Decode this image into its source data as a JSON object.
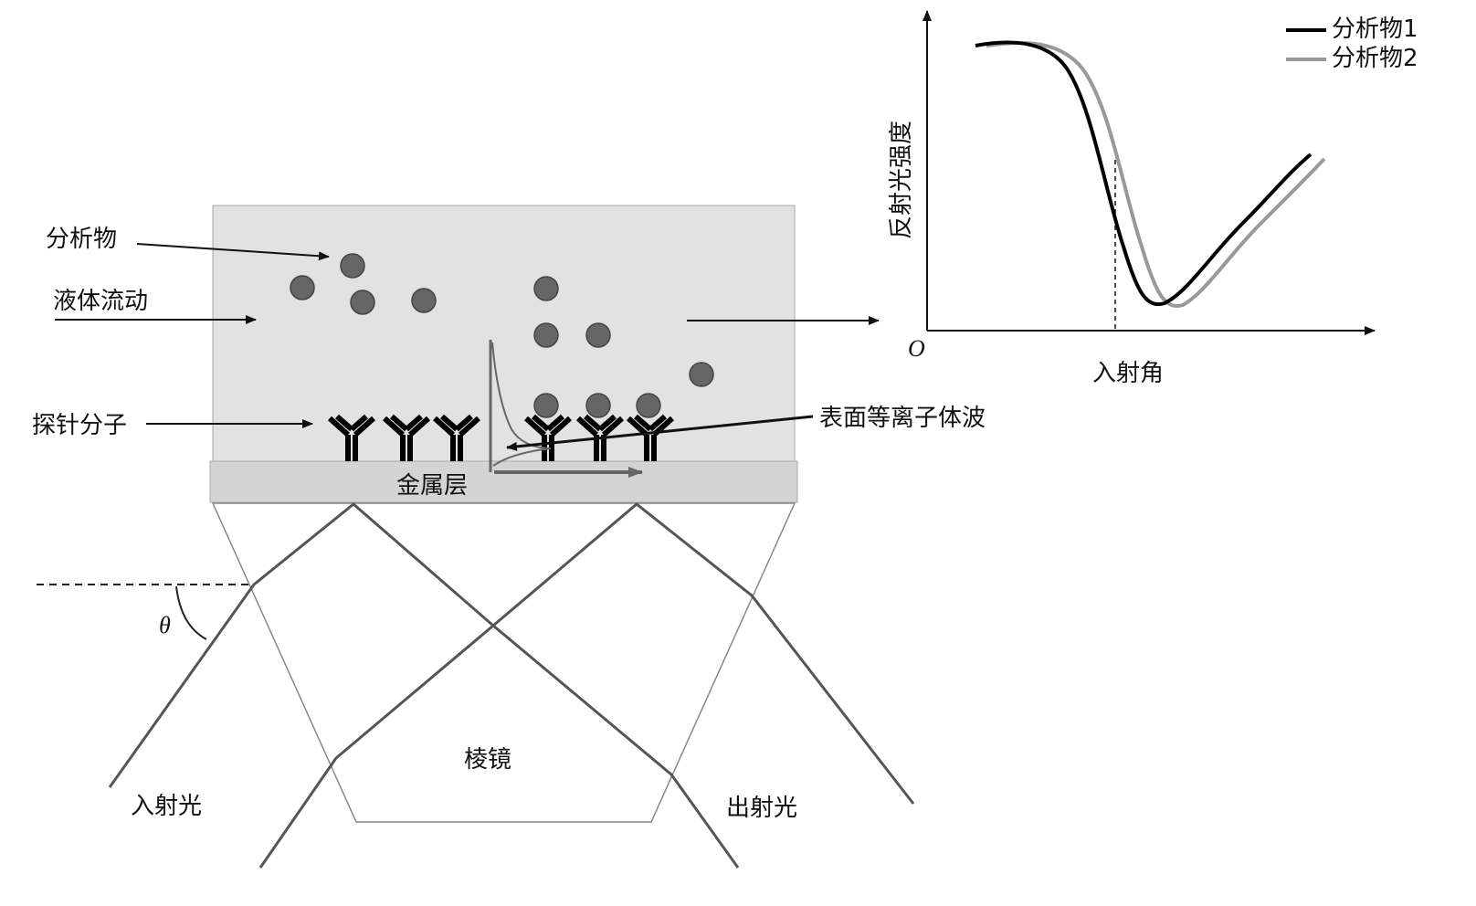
{
  "labels": {
    "analyte": "分析物",
    "liquid_flow": "液体流动",
    "probe_molecule": "探针分子",
    "surface_plasmon_wave": "表面等离子体波",
    "metal_layer": "金属层",
    "prism": "棱镜",
    "incident_light": "入射光",
    "outgoing_light": "出射光",
    "theta": "θ"
  },
  "graph": {
    "y_label": "反射光强度",
    "x_label": "入射角",
    "origin": "O",
    "legend": [
      {
        "name": "分析物1",
        "color": "#000000"
      },
      {
        "name": "分析物2",
        "color": "#999999"
      }
    ]
  },
  "colors": {
    "liquid": "#e2e2e2",
    "metal": "#d4d4d4",
    "particle": "#666666",
    "ray": "#555555"
  }
}
